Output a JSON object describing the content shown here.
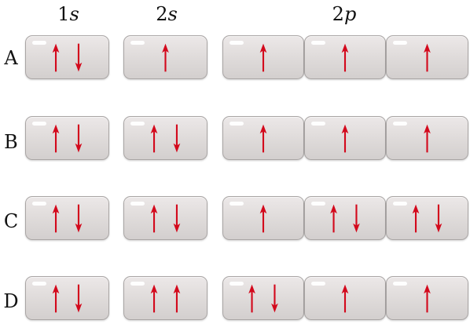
{
  "columns": {
    "c1s": {
      "n": "1",
      "l": "s"
    },
    "c2s": {
      "n": "2",
      "l": "s"
    },
    "c2p": {
      "n": "2",
      "l": "p"
    }
  },
  "arrow_color": "#d3091c",
  "rows": [
    {
      "label": "A",
      "orbitals": [
        "up-down",
        "up",
        "up",
        "up",
        "up"
      ]
    },
    {
      "label": "B",
      "orbitals": [
        "up-down",
        "up-down",
        "up",
        "up",
        "up"
      ]
    },
    {
      "label": "C",
      "orbitals": [
        "up-down",
        "up-down",
        "up",
        "up-down",
        "up-down"
      ]
    },
    {
      "label": "D",
      "orbitals": [
        "up-down",
        "up-up",
        "up-down",
        "up",
        "up"
      ]
    }
  ]
}
